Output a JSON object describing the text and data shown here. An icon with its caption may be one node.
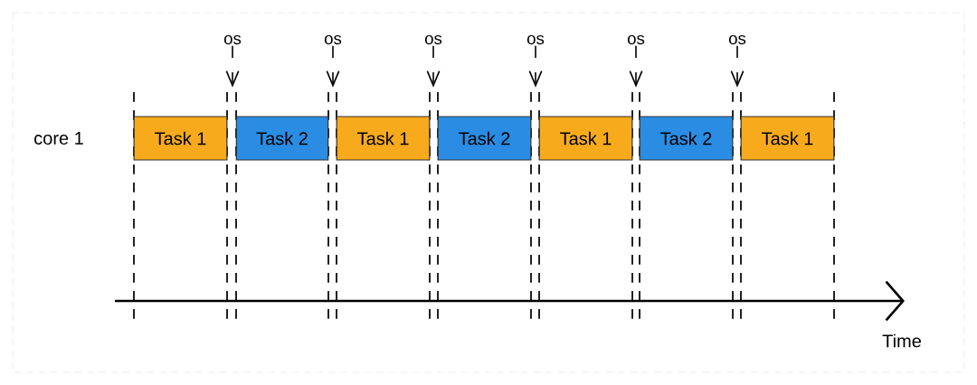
{
  "diagram": {
    "nodes": [
      {
        "text": [
          "Task 1"
        ]
      },
      {
        "text": [
          "Task 2"
        ]
      },
      {
        "text": [
          "Task 1"
        ]
      },
      {
        "text": [
          "Task 2"
        ]
      },
      {
        "text": [
          "Task 1"
        ]
      },
      {
        "text": [
          "Task 2"
        ]
      },
      {
        "text": [
          "Task 1"
        ]
      },
      {
        "text": [
          "os"
        ]
      },
      {
        "text": [
          "os"
        ]
      },
      {
        "text": [
          "os"
        ]
      },
      {
        "text": [
          "os"
        ]
      },
      {
        "text": [
          "os"
        ]
      },
      {
        "text": [
          "os"
        ]
      }
    ],
    "edges": [
      {
        "from": 7,
        "to": null,
        "arrow": "to",
        "style": "dashed"
      },
      {
        "from": 8,
        "to": null,
        "arrow": "to",
        "style": "dashed"
      },
      {
        "from": 9,
        "to": null,
        "arrow": "to",
        "style": "dashed"
      },
      {
        "from": 10,
        "to": null,
        "arrow": "to",
        "style": "dashed"
      },
      {
        "from": 11,
        "to": null,
        "arrow": "to",
        "style": "dashed"
      },
      {
        "from": 12,
        "to": null,
        "arrow": "to",
        "style": "dashed"
      }
    ],
    "labels": [
      "core 1",
      "Time"
    ]
  }
}
